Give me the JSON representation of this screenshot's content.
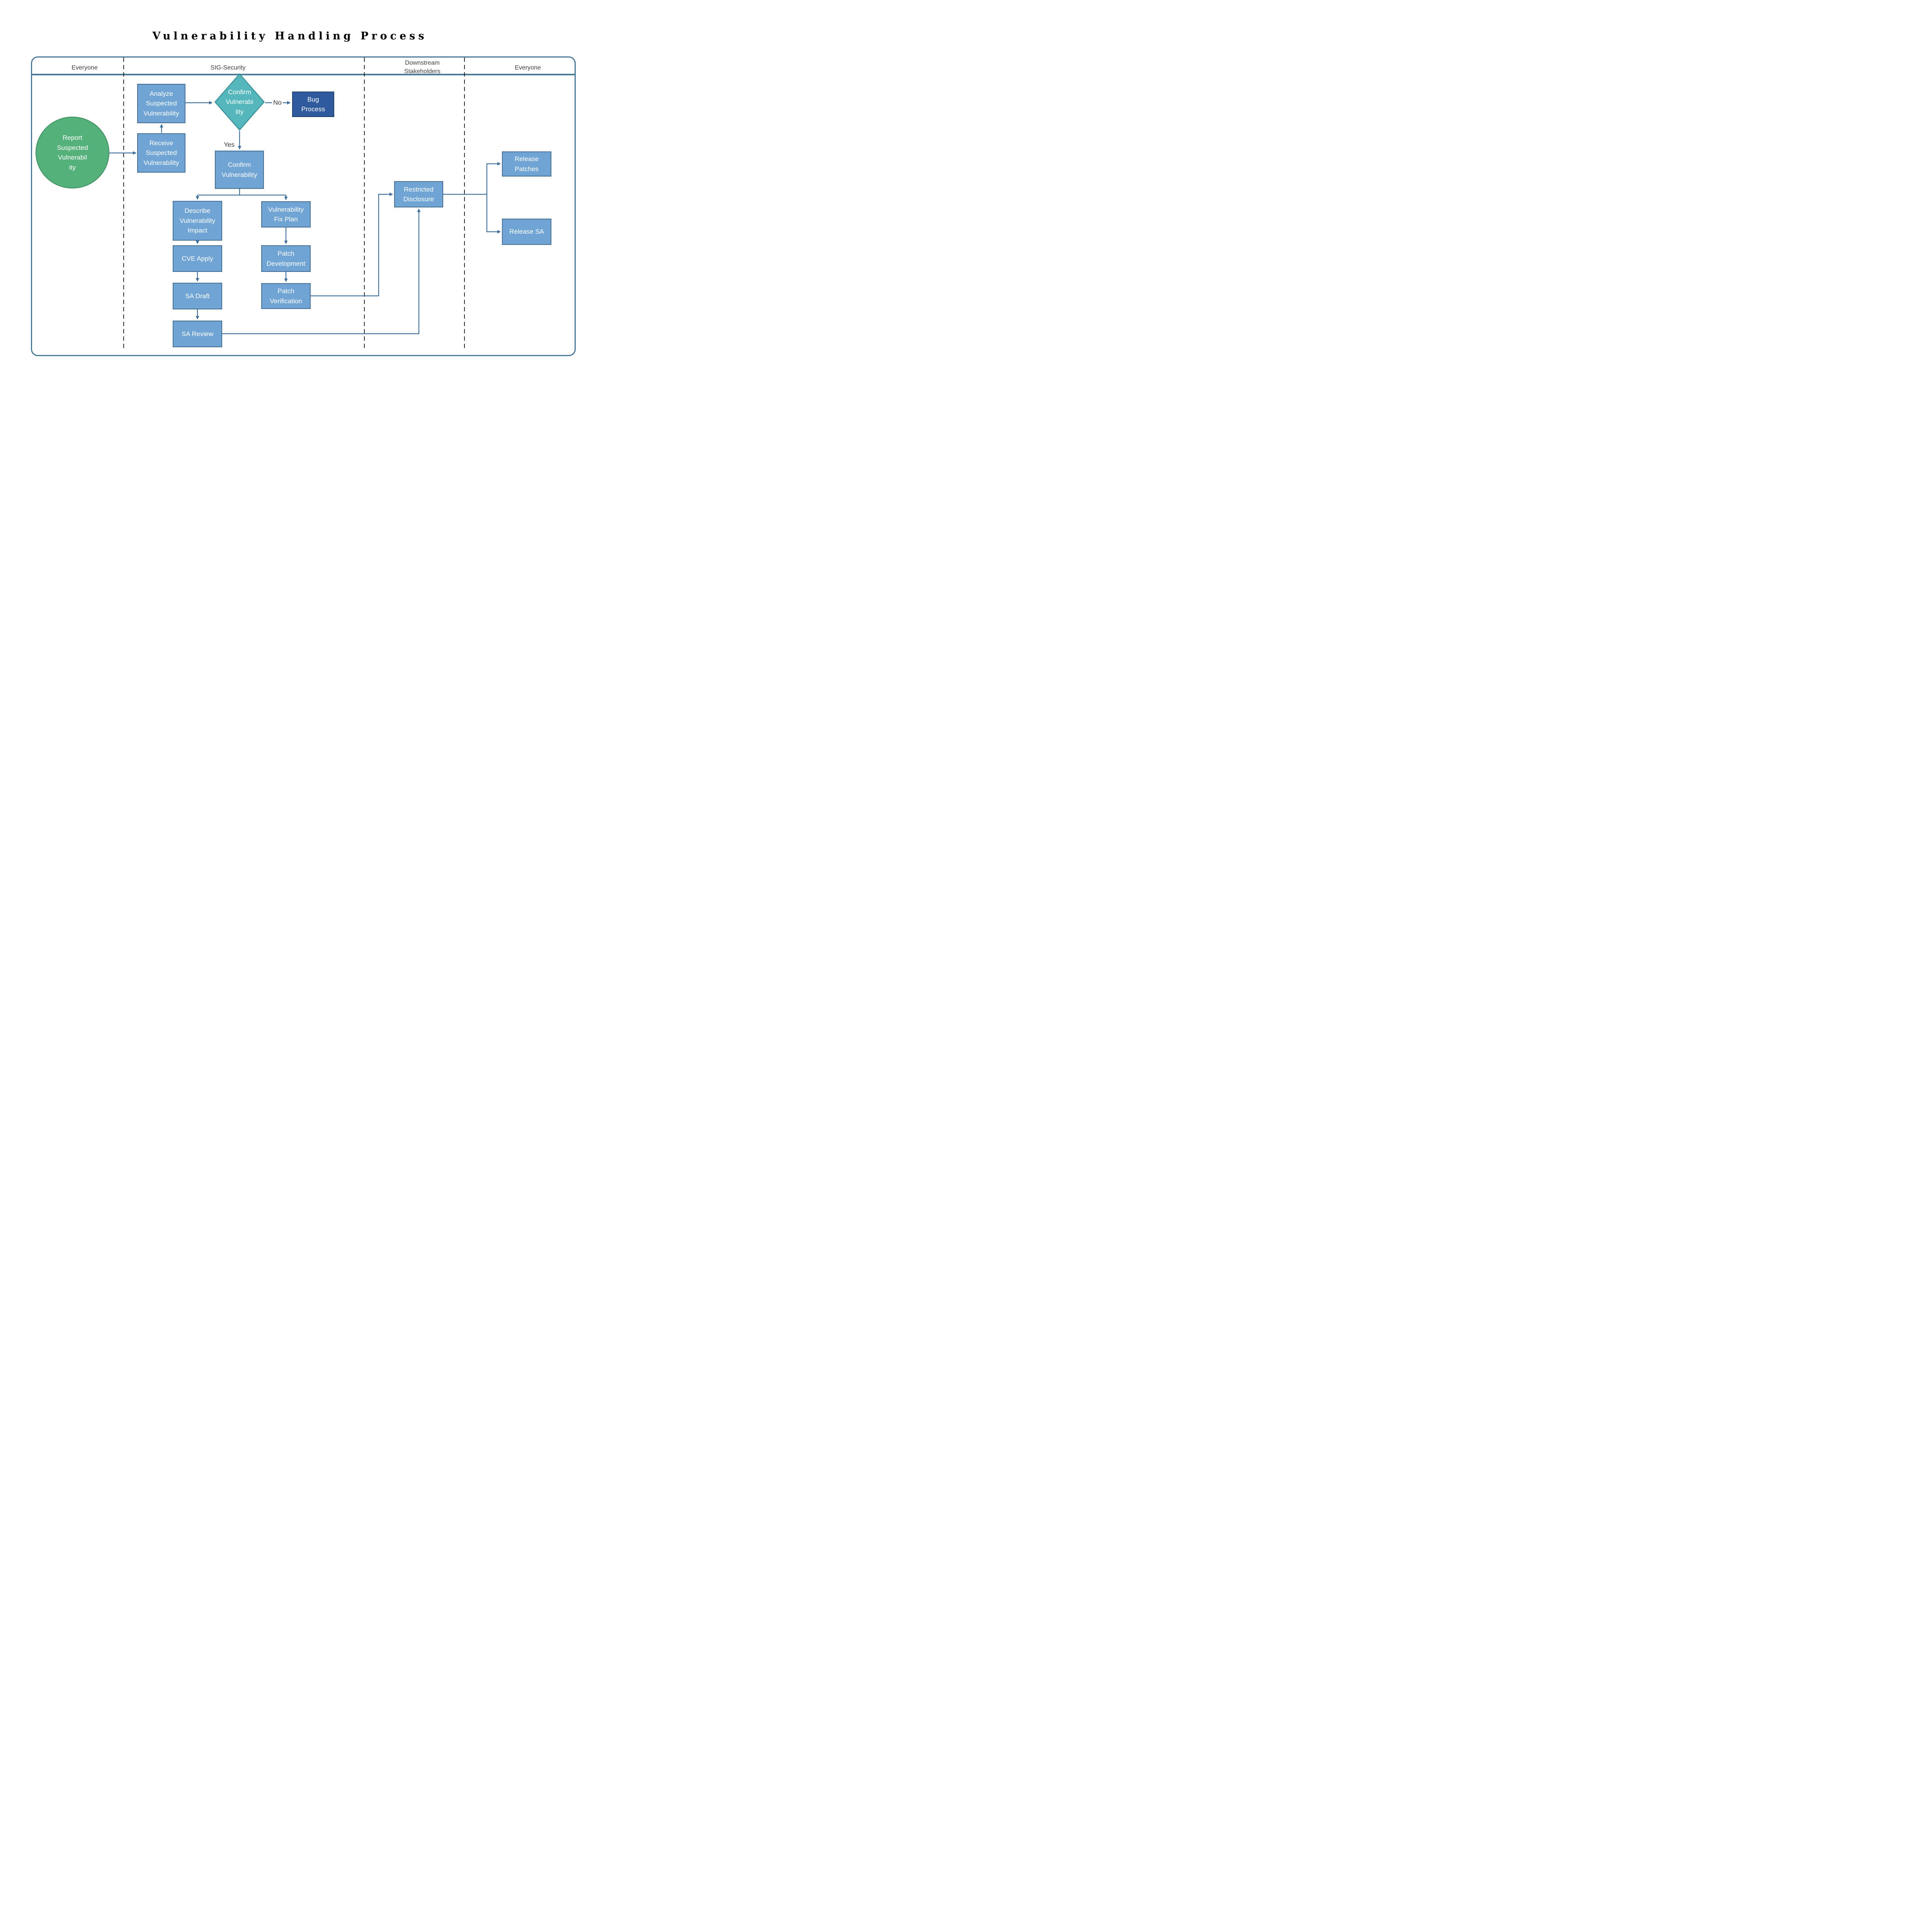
{
  "title": "Vulnerability Handling Process",
  "lanes": [
    {
      "label": "Everyone"
    },
    {
      "label": "SIG-Security"
    },
    {
      "label": "Downstream\nStakeholders"
    },
    {
      "label": "Everyone"
    }
  ],
  "nodes": {
    "report": {
      "label": "Report\nSuspected\nVulnerabil\nity",
      "type": "start-terminator"
    },
    "analyze": {
      "label": "Analyze\nSuspected\nVulnerability",
      "type": "process"
    },
    "decision": {
      "label": "Confirm\nVulnerabi\nlity",
      "type": "decision"
    },
    "bug_process": {
      "label": "Bug\nProcess",
      "type": "process-dark"
    },
    "receive": {
      "label": "Receive\nSuspected\nVulnerability",
      "type": "process"
    },
    "confirm": {
      "label": "Confirm\nVulnerability",
      "type": "process"
    },
    "describe_impact": {
      "label": "Describe\nVulnerability\nImpact",
      "type": "process"
    },
    "cve_apply": {
      "label": "CVE Apply",
      "type": "process"
    },
    "sa_draft": {
      "label": "SA Draft",
      "type": "process"
    },
    "sa_review": {
      "label": "SA Review",
      "type": "process"
    },
    "fix_plan": {
      "label": "Vulnerability\nFix Plan",
      "type": "process"
    },
    "patch_development": {
      "label": "Patch\nDevelopment",
      "type": "process"
    },
    "patch_verification": {
      "label": "Patch\nVerification",
      "type": "process"
    },
    "restricted_disclosure": {
      "label": "Restricted\nDisclosure",
      "type": "process"
    },
    "release_patches": {
      "label": "Release\nPatches",
      "type": "process"
    },
    "release_sa": {
      "label": "Release SA",
      "type": "process"
    }
  },
  "edge_labels": {
    "yes": "Yes",
    "no": "No"
  },
  "colors": {
    "process_fill": "#6FA4D4",
    "process_border": "#456E92",
    "decision_fill": "#53B7BC",
    "decision_border": "#3C9296",
    "terminator_fill": "#55B17A",
    "terminator_border": "#3E8E60",
    "dark_fill": "#2F5B9E",
    "dark_border": "#1F3F6E",
    "connector": "#3D6E99",
    "frame_border": "#4A7A9B",
    "lane_divider": "#111111",
    "shape_text": "#FFFFFF",
    "lane_label_text": "#3F3F3F",
    "title_text": "#000000"
  }
}
